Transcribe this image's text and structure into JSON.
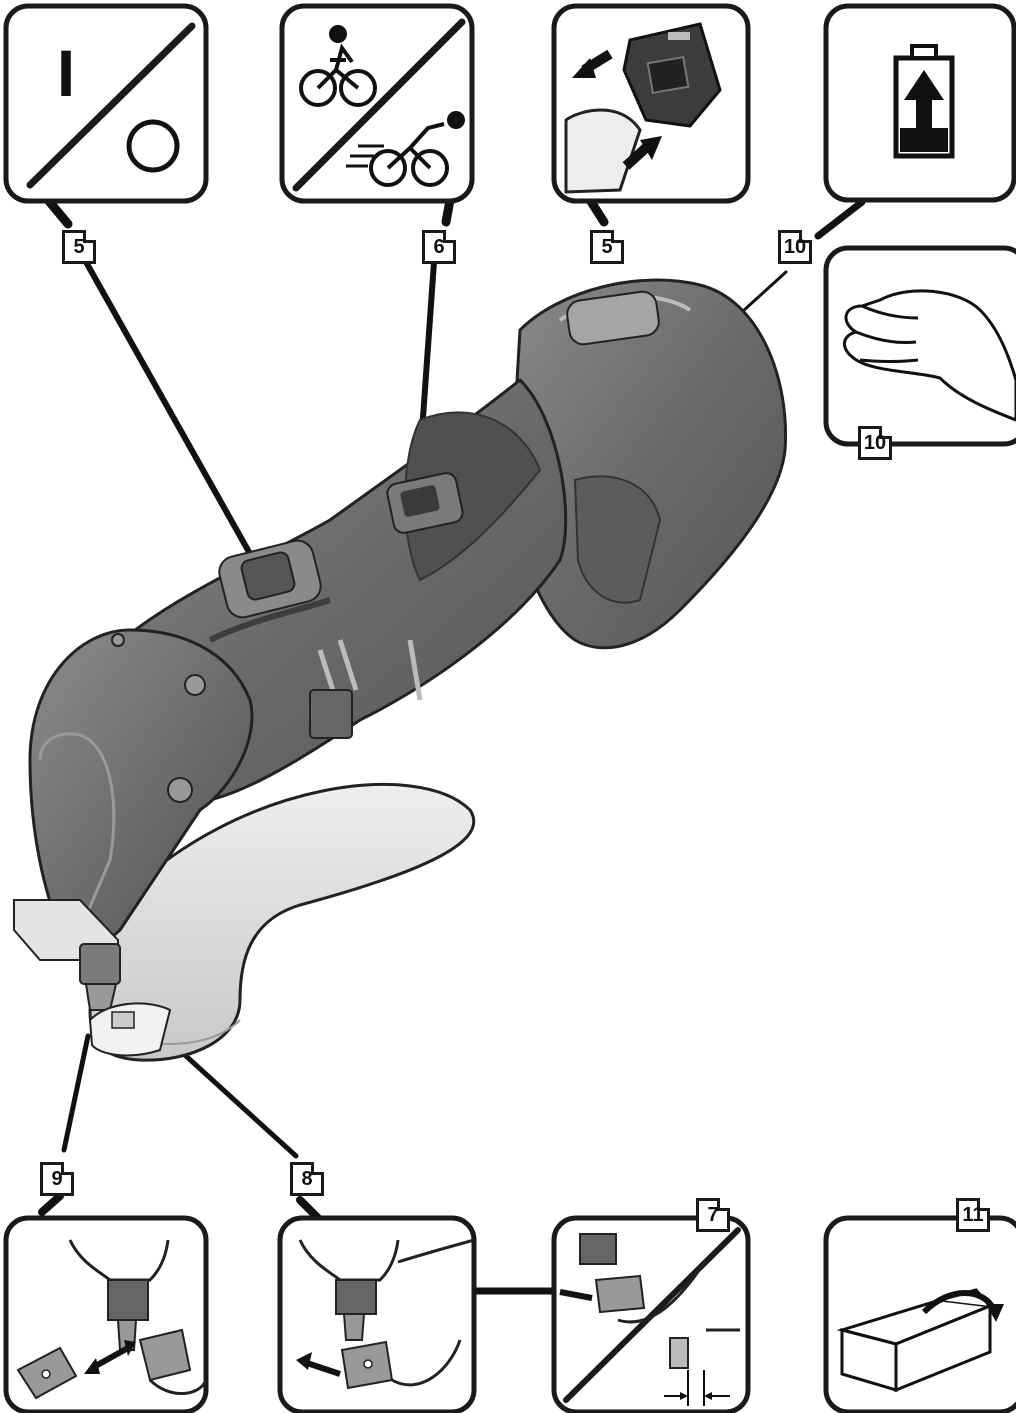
{
  "panels": {
    "switch": {
      "on_symbol": "I",
      "off_symbol": "O",
      "ref": "5"
    },
    "speed": {
      "ref": "6",
      "icons": [
        "slow-bicycle-icon",
        "fast-bicycle-icon"
      ]
    },
    "battery_insert": {
      "ref": "5",
      "icons": [
        "battery-pack-icon",
        "insert-arrow-icon",
        "remove-arrow-icon"
      ]
    },
    "charge": {
      "ref": "10",
      "icons": [
        "battery-charge-icon"
      ]
    },
    "hand": {
      "ref": "10",
      "icons": [
        "hand-icon"
      ]
    },
    "cutter_replace": {
      "ref": "9"
    },
    "cutter_adjust": {
      "ref": "8"
    },
    "gap_adjust": {
      "ref": "7"
    },
    "packaging": {
      "ref": "11",
      "icons": [
        "open-box-icon"
      ]
    }
  },
  "colors": {
    "stroke": "#1a1a1a",
    "tool_body": "#6e6e6e",
    "tool_dark": "#4a4a4a",
    "tool_light": "#d9d9d9"
  }
}
